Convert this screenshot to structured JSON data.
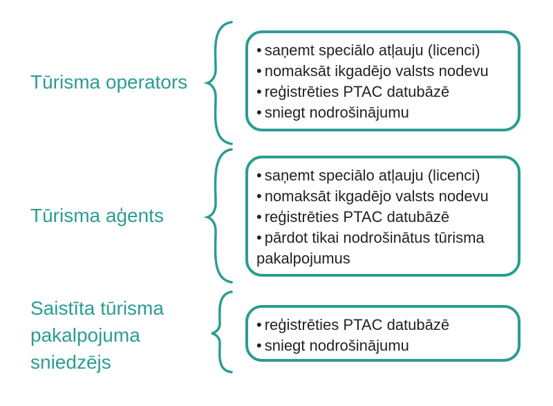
{
  "colors": {
    "accent": "#2a9d91",
    "text": "#222222"
  },
  "rows": [
    {
      "label_lines": [
        "Tūrisma operators"
      ],
      "items": [
        "saņemt speciālo atļauju (licenci)",
        "nomaksāt ikgadējo valsts nodevu",
        "reģistrēties PTAC datubāzē",
        "sniegt nodrošinājumu"
      ]
    },
    {
      "label_lines": [
        "Tūrisma aģents"
      ],
      "items": [
        "saņemt speciālo atļauju (licenci)",
        "nomaksāt ikgadējo valsts nodevu",
        "reģistrēties PTAC datubāzē",
        "pārdot tikai nodrošinātus tūrisma pakalpojumus"
      ]
    },
    {
      "label_lines": [
        "Saistīta tūrisma",
        "pakalpojuma",
        "sniedzējs"
      ],
      "items": [
        "reģistrēties PTAC datubāzē",
        "sniegt nodrošinājumu"
      ]
    }
  ]
}
